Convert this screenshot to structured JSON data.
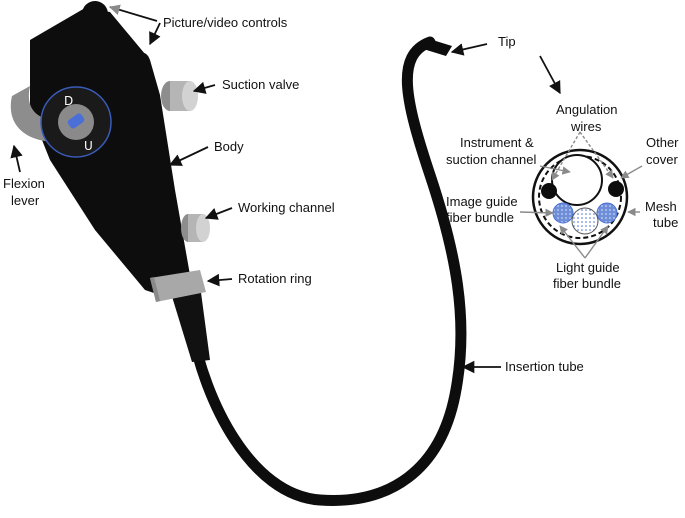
{
  "labels": {
    "picture_video_controls": "Picture/video controls",
    "suction_valve": "Suction valve",
    "body": "Body",
    "working_channel": "Working channel",
    "rotation_ring": "Rotation ring",
    "flexion_lever_1": "Flexion",
    "flexion_lever_2": "lever",
    "tip": "Tip",
    "insertion_tube": "Insertion tube",
    "angulation_wires_1": "Angulation",
    "angulation_wires_2": "wires",
    "instrument_channel_1": "Instrument &",
    "instrument_channel_2": "suction channel",
    "other_cover_1": "Other",
    "other_cover_2": "cover",
    "image_guide_1": "Image guide",
    "image_guide_2": "fiber bundle",
    "mesh_tube_1": "Mesh",
    "mesh_tube_2": "tube",
    "light_guide_1": "Light guide",
    "light_guide_2": "fiber bundle"
  },
  "knob": {
    "top": "D",
    "bottom": "U"
  },
  "colors": {
    "body": "#0d0d0d",
    "accent": "#4a6fd6",
    "grey": "#a0a0a0",
    "fiber": "#7a95d8"
  }
}
